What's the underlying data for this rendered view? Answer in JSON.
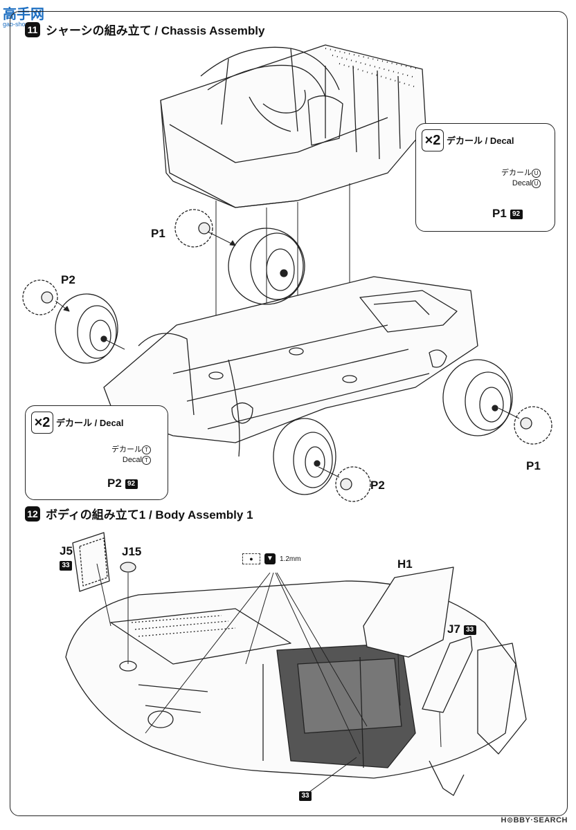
{
  "watermark": {
    "logo_text": "高手网",
    "logo_sub": "gao-shou.net"
  },
  "step11": {
    "number": "11",
    "title": "シャーシの組み立て / Chassis  Assembly",
    "parts": {
      "p1_top": "P1",
      "p2_left": "P2",
      "p1_right": "P1",
      "p2_bottom": "P2"
    },
    "decal_box_right": {
      "multiplier": "×2",
      "title": "デカール / Decal",
      "note_jp": "デカール",
      "note_en": "Decal",
      "marker": "U",
      "part": "P1",
      "badge": "92"
    },
    "decal_box_left": {
      "multiplier": "×2",
      "title": "デカール / Decal",
      "note_jp": "デカール",
      "note_en": "Decal",
      "marker": "T",
      "part": "P2",
      "badge": "92"
    }
  },
  "step12": {
    "number": "12",
    "title": "ボディの組み立て1 / Body Assembly 1",
    "parts": {
      "j5": "J5",
      "j5_badge": "33",
      "j15": "J15",
      "h1": "H1",
      "j7": "J7",
      "j7_badge": "33",
      "bottom_badge": "33"
    },
    "drill_size": "1.2mm"
  },
  "footer": {
    "brand": "H⊙BBY·SEARCH"
  }
}
